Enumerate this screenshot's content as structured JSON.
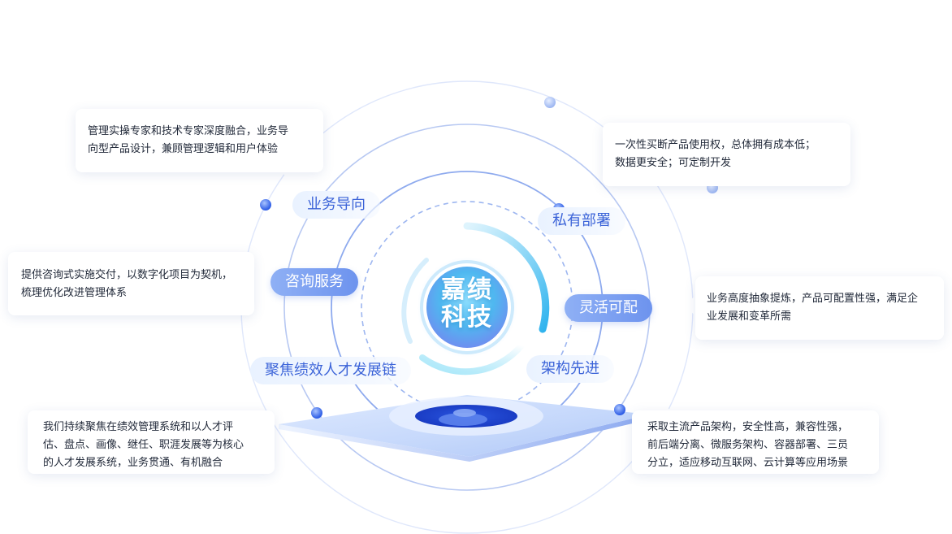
{
  "core": {
    "line1": "嘉绩",
    "line2": "科技"
  },
  "features": [
    {
      "label": "业务导向",
      "desc": [
        "管理实操专家和技术专家深度融合，业务导",
        "向型产品设计，兼顾管理逻辑和用户体验"
      ]
    },
    {
      "label": "私有部署",
      "desc": [
        "一次性买断产品使用权，总体拥有成本低；",
        "数据更安全；可定制开发"
      ]
    },
    {
      "label": "咨询服务",
      "desc": [
        "提供咨询式实施交付，以数字化项目为契机，",
        "梳理优化改进管理体系"
      ]
    },
    {
      "label": "灵活可配",
      "desc": [
        "业务高度抽象提炼，产品可配置性强，满足企",
        "业发展和变革所需"
      ]
    },
    {
      "label": "聚焦绩效人才发展链",
      "desc": [
        "我们持续聚焦在绩效管理系统和以人才评",
        "估、盘点、画像、继任、职涯发展等为核心",
        "的人才发展系统，业务贯通、有机融合"
      ]
    },
    {
      "label": "架构先进",
      "desc": [
        "采取主流产品架构，安全性高，兼容性强，",
        "前后端分离、微服务架构、容器部署、三员",
        "分立，适应移动互联网、云计算等应用场景"
      ]
    }
  ],
  "colors": {
    "accent": "#3b63d8",
    "ring": "#9fb6ee",
    "core_start": "#4fc3f0",
    "core_end": "#6e9cf0"
  }
}
